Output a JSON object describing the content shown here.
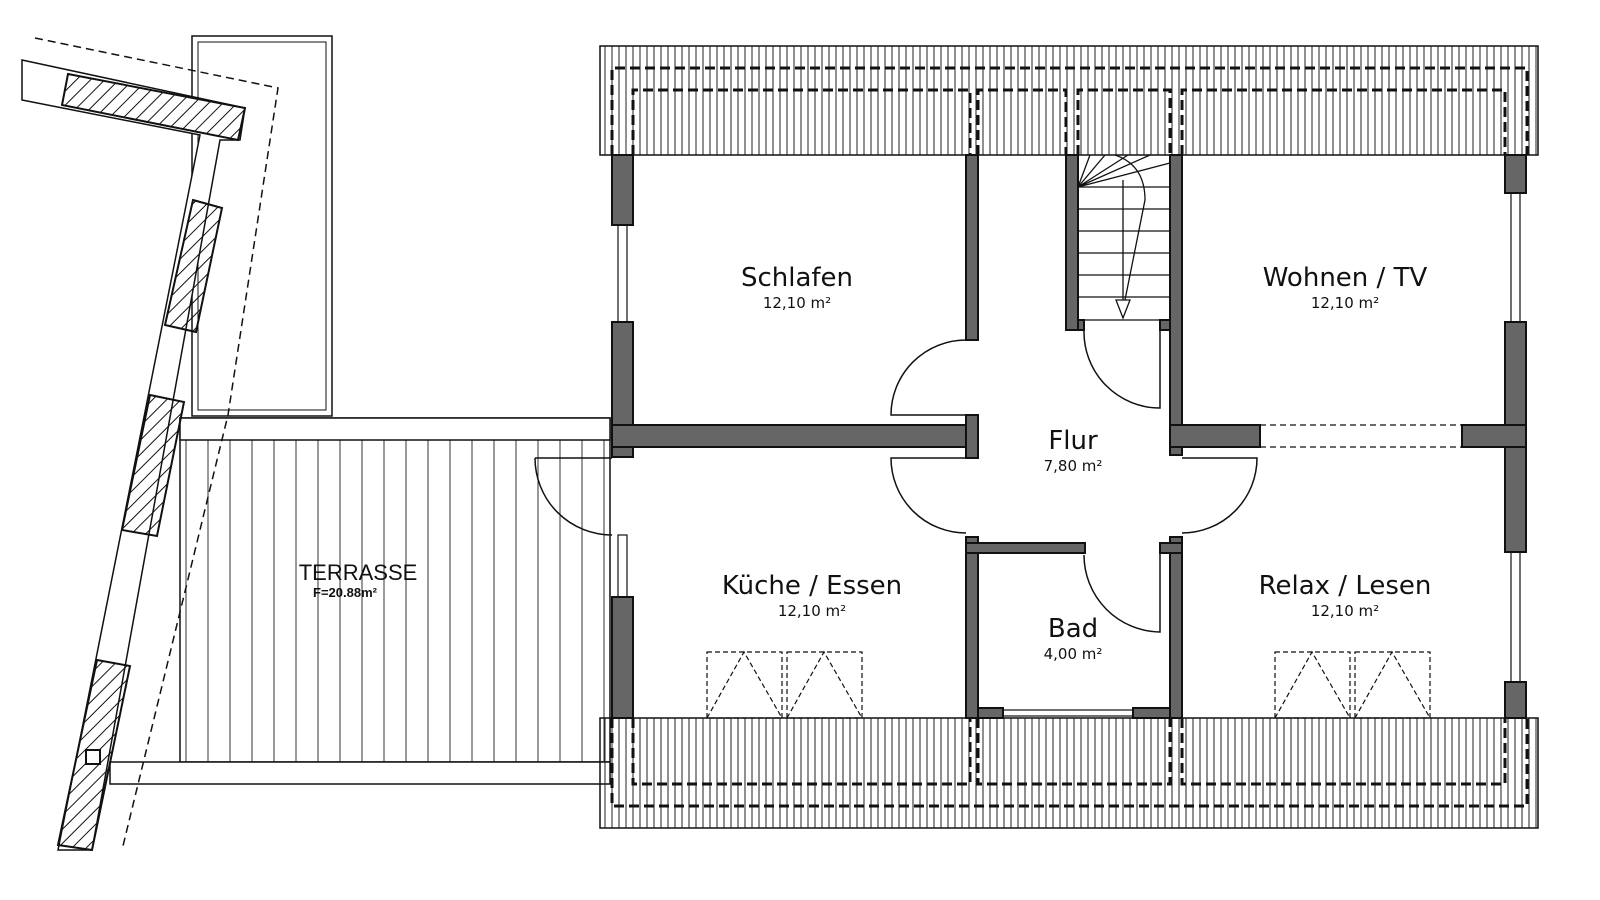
{
  "rooms": [
    {
      "name": "Schlafen",
      "area": "12,10 m²"
    },
    {
      "name": "Wohnen / TV",
      "area": "12,10 m²"
    },
    {
      "name": "Flur",
      "area": "7,80 m²"
    },
    {
      "name": "Küche / Essen",
      "area": "12,10 m²"
    },
    {
      "name": "Bad",
      "area": "4,00 m²"
    },
    {
      "name": "Relax / Lesen",
      "area": "12,10 m²"
    }
  ],
  "terrace": {
    "name": "TERRASSE",
    "area": "F=20.88m²"
  },
  "colors": {
    "wall": "#666666",
    "line": "#111111",
    "background": "#ffffff"
  }
}
